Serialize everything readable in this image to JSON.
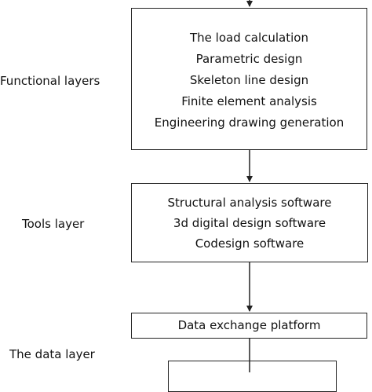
{
  "layers": {
    "functional": {
      "label": "Functional layers",
      "items": [
        "The load calculation",
        "Parametric design",
        "Skeleton line design",
        "Finite element analysis",
        "Engineering drawing generation"
      ]
    },
    "tools": {
      "label": "Tools layer",
      "items": [
        "Structural analysis software",
        "3d digital design software",
        "Codesign software"
      ]
    },
    "data": {
      "label": "The data layer",
      "platform": "Data exchange platform"
    }
  },
  "colors": {
    "line": "#222222",
    "text": "#111111",
    "background": "#ffffff"
  }
}
